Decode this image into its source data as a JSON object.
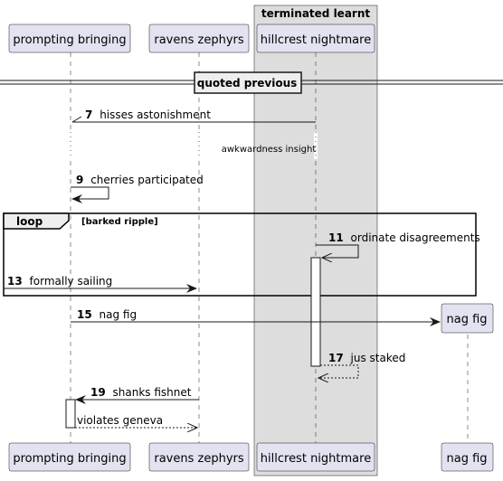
{
  "box": {
    "title": "terminated learnt"
  },
  "participants": [
    {
      "id": "pb",
      "label": "prompting bringing"
    },
    {
      "id": "rz",
      "label": "ravens zephyrs"
    },
    {
      "id": "hn",
      "label": "hillcrest nightmare"
    },
    {
      "id": "nf",
      "label": "nag fig"
    }
  ],
  "divider": {
    "label": "quoted previous"
  },
  "delay": {
    "label": "awkwardness insight"
  },
  "loop": {
    "keyword": "loop",
    "condition": "[barked ripple]"
  },
  "messages": [
    {
      "num": "7",
      "text": "hisses astonishment",
      "from": "hn",
      "to": "pb",
      "style": "lost"
    },
    {
      "num": "9",
      "text": "cherries participated",
      "from": "pb",
      "to": "pb",
      "style": "self"
    },
    {
      "num": "11",
      "text": "ordinate disagreements",
      "from": "hn",
      "to": "hn",
      "style": "self-open"
    },
    {
      "num": "13",
      "text": "formally sailing",
      "from": "left-edge",
      "to": "rz",
      "style": "solid"
    },
    {
      "num": "15",
      "text": "nag fig",
      "from": "pb",
      "to": "nf",
      "style": "create"
    },
    {
      "num": "17",
      "text": "jus staked",
      "from": "hn",
      "to": "hn",
      "style": "self-return"
    },
    {
      "num": "19",
      "text": "shanks fishnet",
      "from": "rz",
      "to": "pb",
      "style": "solid"
    },
    {
      "num": "",
      "text": "violates geneva",
      "from": "pb",
      "to": "rz",
      "style": "dashed"
    }
  ],
  "colors": {
    "participant_fill": "#E2E2F0",
    "participant_stroke": "#181818",
    "box_fill": "#DDDDDD",
    "activation_fill": "#FFFFFF",
    "line": "#181818"
  }
}
